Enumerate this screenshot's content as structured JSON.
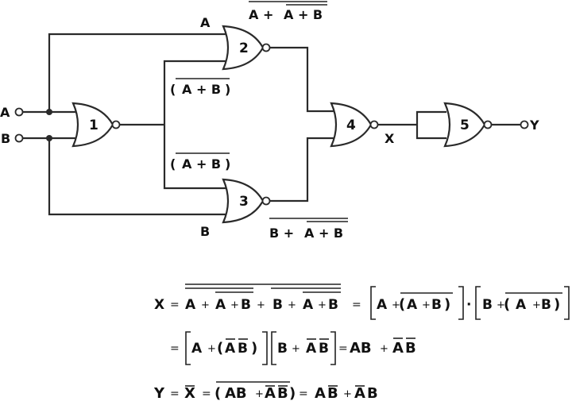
{
  "diagram": {
    "title": "NOR gate logic circuit with Boolean derivation",
    "inputs": [
      {
        "label": "A"
      },
      {
        "label": "B"
      }
    ],
    "output": {
      "label": "Y"
    },
    "intermediate": {
      "label": "X"
    },
    "gates": [
      {
        "number": "1",
        "type": "NOR"
      },
      {
        "number": "2",
        "type": "NOR"
      },
      {
        "number": "3",
        "type": "NOR"
      },
      {
        "number": "4",
        "type": "NOR"
      },
      {
        "number": "5",
        "type": "NOR"
      }
    ],
    "wire_labels": {
      "gate2_input_a": "A",
      "gate3_input_b": "B",
      "gate1_out_upper": {
        "open": "(",
        "body": "A + B",
        "close": ")"
      },
      "gate1_out_lower": {
        "open": "(",
        "body": "A + B",
        "close": ")"
      },
      "gate2_out": {
        "lead": "A + ",
        "inner": "A + B"
      },
      "gate3_out": {
        "lead": "B + ",
        "inner": "A + B"
      }
    }
  },
  "equations": {
    "line1": {
      "lhs": "X",
      "eq": "=",
      "t1a": "A",
      "p1": "+",
      "t1b": "A",
      "p2": "+",
      "t1c": "B",
      "p3": "+",
      "t2a": "B",
      "p4": "+",
      "t2b": "A",
      "p5": "+",
      "t2c": "B",
      "eq2": "=",
      "r1a": "A",
      "r1p": "+",
      "r1open": "(",
      "r1b": "A",
      "r1p2": "+",
      "r1c": "B",
      "r1close": ")",
      "dot": "·",
      "r2a": "B",
      "r2p": "+",
      "r2open": "(",
      "r2b": "A",
      "r2p2": "+",
      "r2c": "B",
      "r2close": ")"
    },
    "line2": {
      "eq": "=",
      "a": "A",
      "p1": "+",
      "open": "(",
      "na": "A",
      "nb": "B",
      "close": ")",
      "b": "B",
      "p2": "+",
      "na2": "A",
      "nb2": "B",
      "eq2": "=",
      "res1": "AB",
      "p3": "+",
      "rna": "A",
      "rnb": "B"
    },
    "line3": {
      "lhs": "Y",
      "eq": "=",
      "xbar": "X",
      "eq2": "=",
      "open": "(",
      "ab": "AB",
      "p1": "+",
      "na": "A",
      "nb": "B",
      "close": ")",
      "eq3": "=",
      "r1a": "A",
      "r1b": "B",
      "p2": "+",
      "r2a": "A",
      "r2b": "B"
    }
  }
}
